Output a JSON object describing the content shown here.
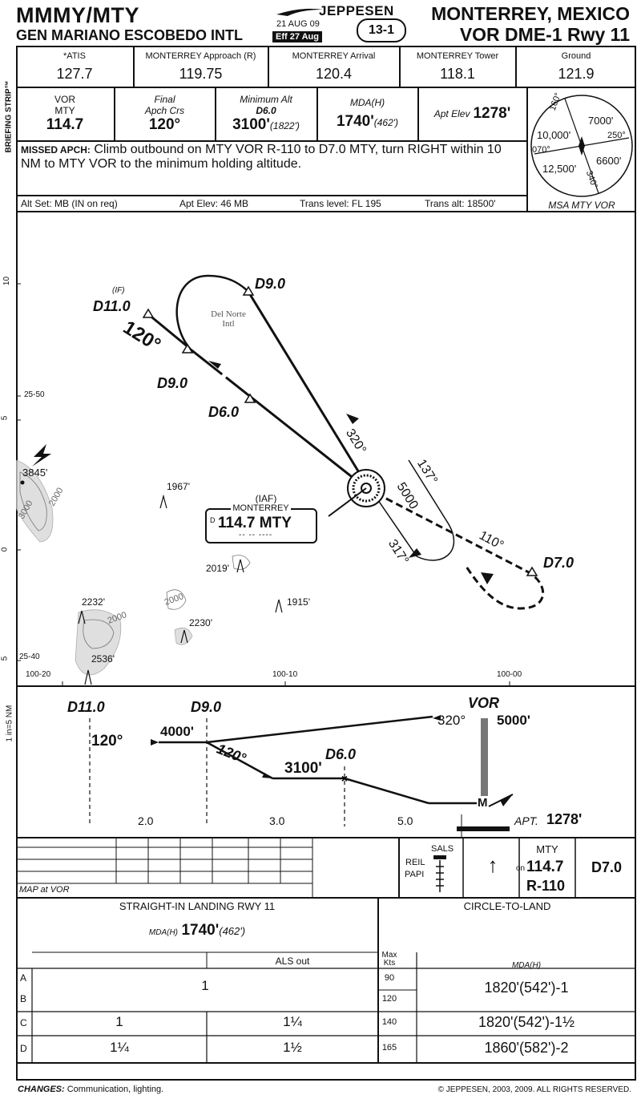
{
  "header": {
    "ident": "MMMY/MTY",
    "airport": "GEN MARIANO ESCOBEDO INTL",
    "date": "21 AUG 09",
    "effective": "Eff 27 Aug",
    "brand": "JEPPESEN",
    "chart_no": "13-1",
    "city": "MONTERREY, MEXICO",
    "procedure": "VOR DME-1 Rwy 11"
  },
  "side_labels": {
    "briefing": "BRIEFING STRIP™",
    "scale": "1 in=5 NM"
  },
  "comms": [
    {
      "label": "*ATIS",
      "freq": "127.7"
    },
    {
      "label": "MONTERREY Approach (R)",
      "freq": "119.75"
    },
    {
      "label": "MONTERREY Arrival",
      "freq": "120.4"
    },
    {
      "label": "MONTERREY Tower",
      "freq": "118.1"
    },
    {
      "label": "Ground",
      "freq": "121.9"
    }
  ],
  "briefing": {
    "vor_label": "VOR",
    "vor_ident": "MTY",
    "vor_freq": "114.7",
    "fac_label1": "Final",
    "fac_label2": "Apch Crs",
    "fac_value": "120°",
    "min_alt_label": "Minimum Alt",
    "min_alt_fix": "D6.0",
    "min_alt_value": "3100'",
    "min_alt_hat": "(1822')",
    "mda_label": "MDA(H)",
    "mda_value": "1740'",
    "mda_hat": "(462')",
    "apt_elev_label": "Apt Elev",
    "apt_elev_value": "1278'",
    "missed_label": "MISSED APCH:",
    "missed_text": "Climb outbound on MTY VOR R-110 to D7.0 MTY, turn RIGHT within 10 NM to MTY VOR to the minimum holding altitude.",
    "alt_set": "Alt Set: MB (IN on req)",
    "apt_elev_mb": "Apt Elev: 46 MB",
    "trans_level": "Trans level: FL 195",
    "trans_alt": "Trans alt: 18500'"
  },
  "msa": {
    "caption": "MSA MTY VOR",
    "radials": [
      "160°",
      "250°",
      "070°",
      "340°"
    ],
    "altitudes": [
      "7000'",
      "10,000'",
      "6600'",
      "12,500'"
    ]
  },
  "plan": {
    "grid_left": [
      "10",
      "25-50",
      "5",
      "0",
      "25-40",
      "5"
    ],
    "grid_bottom": [
      "100-20",
      "100-10",
      "100-00"
    ],
    "fixes": [
      "(IF)",
      "D11.0",
      "D9.0",
      "D9.0",
      "D6.0",
      "D7.0"
    ],
    "airport_name": "Del Norte Intl",
    "courses": [
      "120°",
      "320°",
      "137°",
      "5000",
      "110°",
      "317°"
    ],
    "navaid": {
      "iaf": "(IAF)",
      "name": "MONTERREY",
      "d": "D",
      "freq_ident": "114.7 MTY",
      "morse": "-- -- ----"
    },
    "terrain": [
      "3845'",
      "1967'",
      "2019'",
      "1915'",
      "2232'",
      "2230'",
      "2536'",
      "2000",
      "3000",
      "2000",
      "2000",
      "2000"
    ]
  },
  "profile": {
    "fixes": [
      "D11.0",
      "D9.0",
      "D6.0",
      "VOR"
    ],
    "altitudes": [
      "4000'",
      "3100'",
      "5000'"
    ],
    "courses": [
      "120°",
      "120°",
      "320°"
    ],
    "distances": [
      "2.0",
      "3.0",
      "5.0"
    ],
    "map": "M",
    "apt_label": "APT.",
    "apt_value": "1278'"
  },
  "lighting": {
    "map_label": "MAP at VOR",
    "reil": "REIL",
    "papi": "PAPI",
    "sals": "SALS",
    "arrow": "↑",
    "missed_ident": "MTY",
    "missed_on": "on",
    "missed_freq": "114.7",
    "missed_radial": "R-110",
    "missed_dme": "D7.0"
  },
  "minimums": {
    "straight_title": "STRAIGHT-IN LANDING RWY 11",
    "straight_mda_label": "MDA(H)",
    "straight_mda_value": "1740'",
    "straight_mda_hat": "(462')",
    "als_out": "ALS out",
    "circle_title": "CIRCLE-TO-LAND",
    "circle_mda_label": "MDA(H)",
    "max_kts": "Max Kts",
    "categories": [
      "A",
      "B",
      "C",
      "D"
    ],
    "speeds": [
      "90",
      "120",
      "140",
      "165"
    ],
    "ab_vis": "1",
    "c_vis": "1",
    "c_vis_als": "1¼",
    "d_vis": "1¼",
    "d_vis_als": "1½",
    "circle_ab": "1820'(542')-1",
    "circle_c": "1820'(542')-1½",
    "circle_d": "1860'(582')-2"
  },
  "footer": {
    "changes_label": "CHANGES:",
    "changes_text": "Communication, lighting.",
    "copyright": "© JEPPESEN, 2003, 2009. ALL RIGHTS RESERVED."
  }
}
